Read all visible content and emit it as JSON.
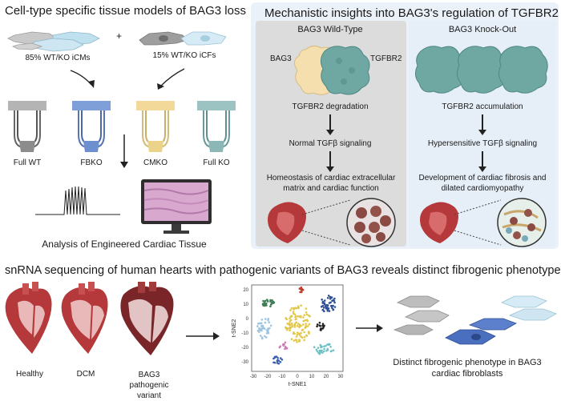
{
  "top_left": {
    "title": "Cell-type specific tissue models of BAG3 loss",
    "plus": "+",
    "icm_label": "85% WT/KO iCMs",
    "icf_label": "15% WT/KO iCFs",
    "models": [
      {
        "label": "Full WT",
        "top_color": "#b4b4b4",
        "bottom_color": "#8c8c8c"
      },
      {
        "label": "FBKO",
        "top_color": "#7f9fd8",
        "bottom_color": "#6e8fcf"
      },
      {
        "label": "CMKO",
        "top_color": "#f2d99a",
        "bottom_color": "#ecd38a"
      },
      {
        "label": "Full KO",
        "top_color": "#9cc2c2",
        "bottom_color": "#8bb7b7"
      }
    ],
    "analysis_label": "Analysis of Engineered Cardiac Tissue"
  },
  "top_right": {
    "title": "Mechanistic insights into BAG3's regulation of TGFBR2",
    "wt": {
      "heading": "BAG3 Wild-Type",
      "bag3_label": "BAG3",
      "tgfbr2_label": "TGFBR2",
      "step1": "TGFBR2 degradation",
      "step2": "Normal TGFβ signaling",
      "step3": "Homeostasis of cardiac extracellular matrix and cardiac function"
    },
    "ko": {
      "heading": "BAG3 Knock-Out",
      "step1": "TGFBR2 accumulation",
      "step2": "Hypersensitive TGFβ signaling",
      "step3": "Development of cardiac fibrosis and dilated cardiomyopathy"
    }
  },
  "bottom": {
    "title": "snRNA sequencing of human hearts with pathogenic variants of BAG3 reveals distinct fibrogenic phenotype",
    "hearts": [
      {
        "label": "Healthy"
      },
      {
        "label": "DCM"
      },
      {
        "label": "BAG3 pathogenic variant"
      }
    ],
    "tsne": {
      "xlabel": "t-SNE1",
      "ylabel": "t-SNE2",
      "xticks": [
        "-30",
        "-20",
        "-10",
        "0",
        "10",
        "20",
        "30"
      ],
      "yticks": [
        "20",
        "10",
        "0",
        "-10",
        "-20",
        "-30"
      ]
    },
    "result_label": "Distinct fibrogenic phenotype in BAG3 cardiac fibroblasts"
  },
  "colors": {
    "panel_bg": "#eaf1f9",
    "wt_box": "#dcdcdc",
    "bag3": "#f5dfae",
    "tgfbr2": "#6fa8a3",
    "heart_red": "#b5383a"
  }
}
